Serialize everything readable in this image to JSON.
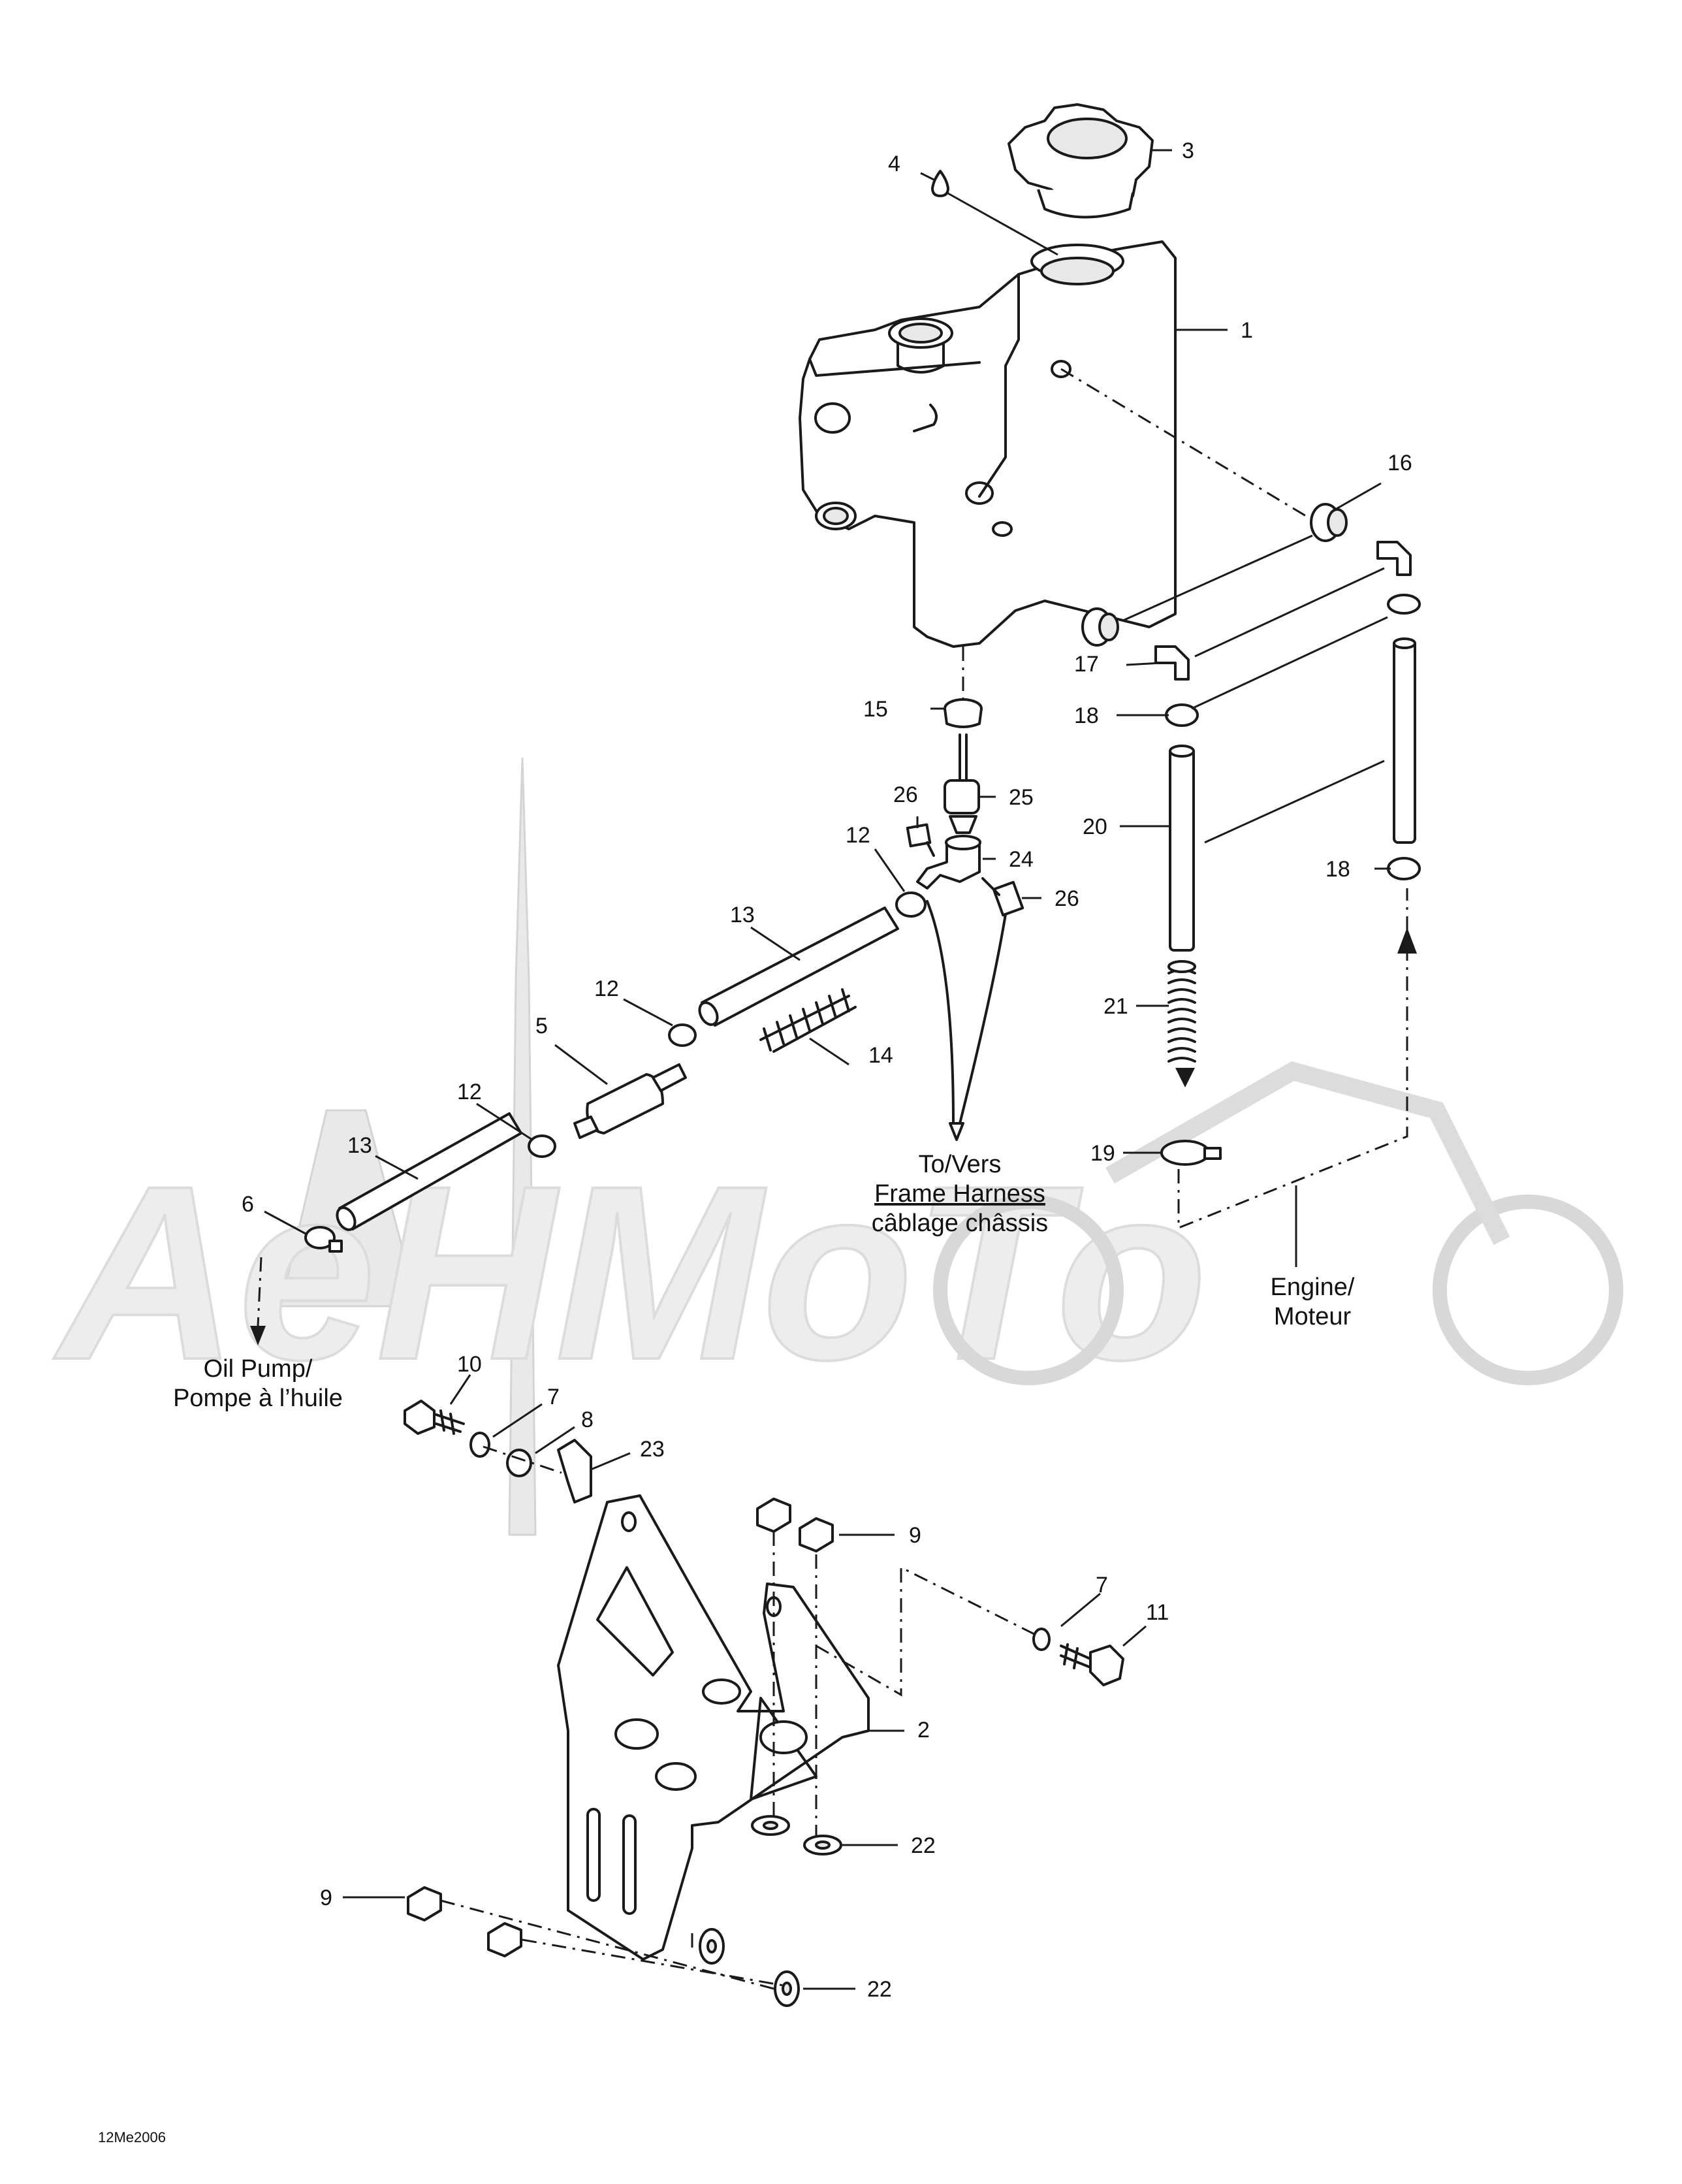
{
  "labels": {
    "l1": "1",
    "l2": "2",
    "l3": "3",
    "l4": "4",
    "l5": "5",
    "l6": "6",
    "l7a": "7",
    "l7b": "7",
    "l8": "8",
    "l9a": "9",
    "l9b": "9",
    "l10": "10",
    "l11": "11",
    "l12a": "12",
    "l12b": "12",
    "l12c": "12",
    "l13a": "13",
    "l13b": "13",
    "l14": "14",
    "l15": "15",
    "l16": "16",
    "l17": "17",
    "l18a": "18",
    "l18b": "18",
    "l19": "19",
    "l20": "20",
    "l21": "21",
    "l22a": "22",
    "l22b": "22",
    "l23": "23",
    "l24": "24",
    "l25": "25",
    "l26a": "26",
    "l26b": "26"
  },
  "callouts": {
    "frame_line1": "To/Vers",
    "frame_line2": "Frame Harness",
    "frame_line3": "câblage châssis",
    "engine_line1": "Engine/",
    "engine_line2": "Moteur",
    "oilpump_line1": "Oil Pump/",
    "oilpump_line2": "Pompe à l’huile"
  },
  "diagram_code": "12Me2006",
  "watermark": "AeHMoTo"
}
